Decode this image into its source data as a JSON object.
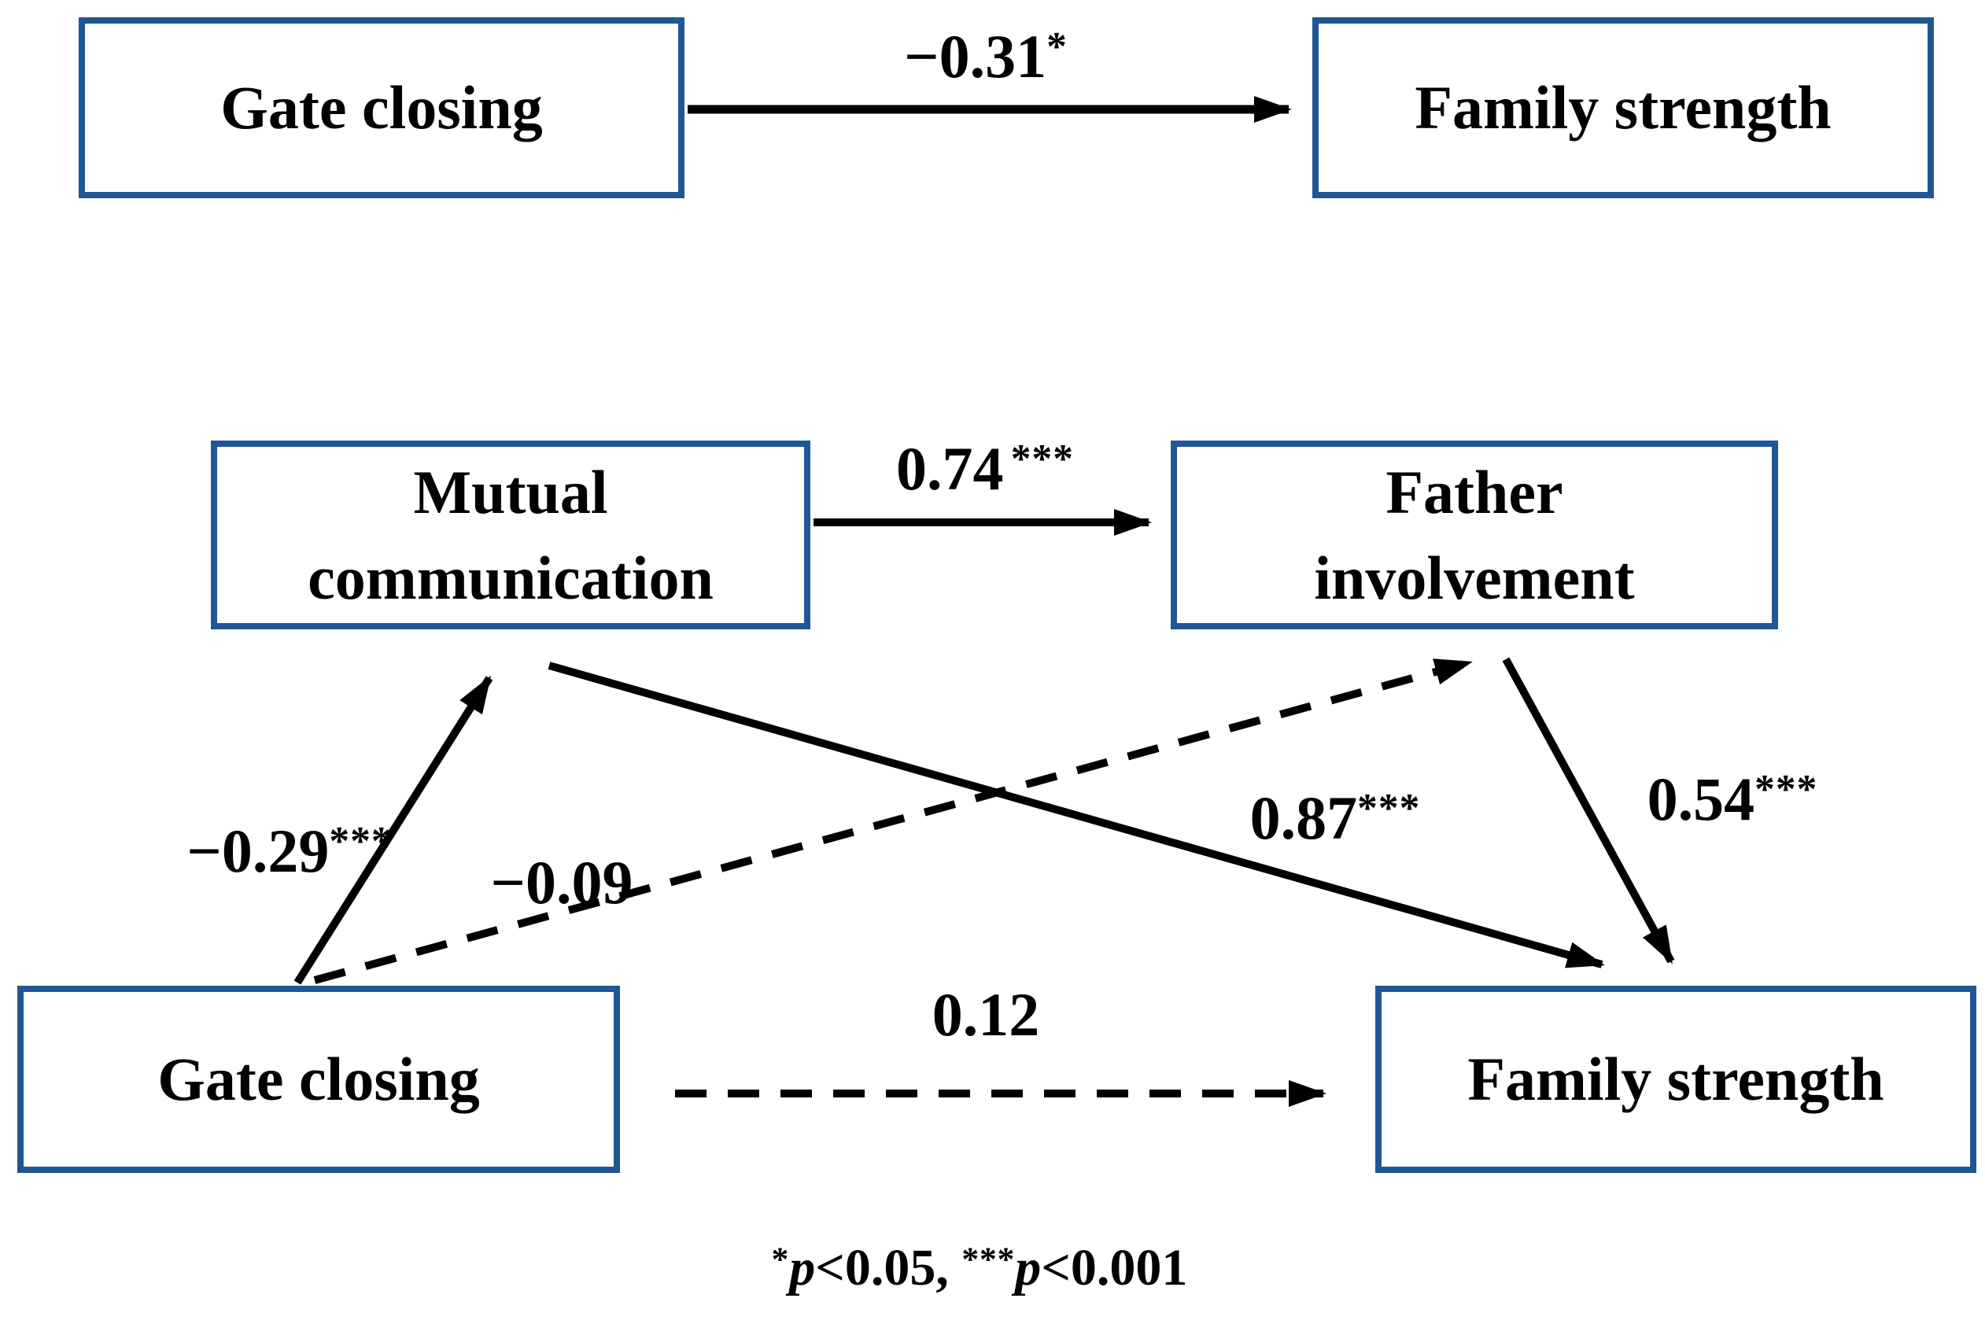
{
  "figure": {
    "background_color": "#ffffff",
    "box_border_color": "#1f5796",
    "line_color": "#000000",
    "text_color": "#000000"
  },
  "nodes": {
    "gate_top": {
      "label": "Gate closing"
    },
    "family_top": {
      "label": "Family strength"
    },
    "mutual": {
      "label": "Mutual\ncommunication"
    },
    "father": {
      "label": "Father\ninvolvement"
    },
    "gate_bottom": {
      "label": "Gate closing"
    },
    "family_bottom": {
      "label": "Family strength"
    }
  },
  "paths": {
    "gate_family_total": {
      "coefficient": "−0.31",
      "stars": "*",
      "line": "solid"
    },
    "mutual_father": {
      "coefficient": "0.74",
      "stars": "***",
      "line": "solid"
    },
    "gate_mutual": {
      "coefficient": "−0.29",
      "stars": "***",
      "line": "solid"
    },
    "gate_father": {
      "coefficient": "−0.09",
      "stars": "",
      "line": "dashed"
    },
    "mutual_family": {
      "coefficient": "0.87",
      "stars": "***",
      "line": "solid"
    },
    "father_family": {
      "coefficient": "0.54",
      "stars": "***",
      "line": "solid"
    },
    "gate_family_direct": {
      "coefficient": "0.12",
      "stars": "",
      "line": "dashed"
    }
  },
  "footnote": {
    "term1": {
      "stars": "*",
      "var": "p",
      "rest": "<0.05, "
    },
    "term2": {
      "stars": "***",
      "var": "p",
      "rest": "<0.001"
    }
  }
}
